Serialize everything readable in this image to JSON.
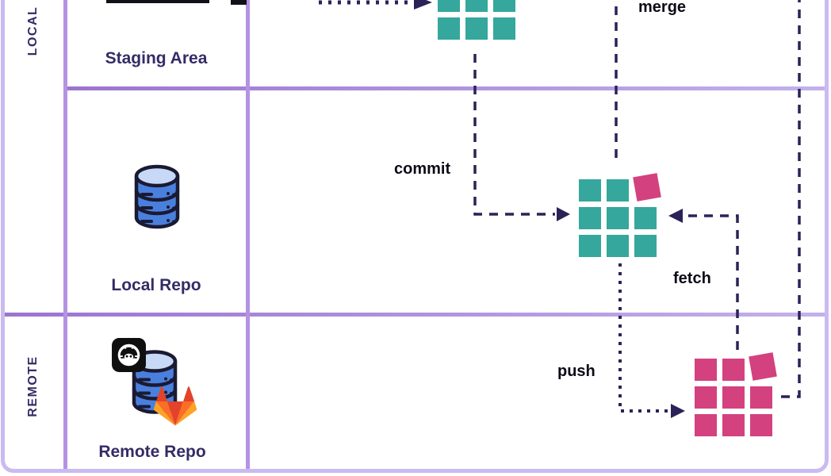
{
  "row_groups": {
    "local": "LOCAL",
    "remote": "REMOTE"
  },
  "areas": {
    "staging": "Staging Area",
    "local_repo": "Local Repo",
    "remote_repo": "Remote Repo"
  },
  "actions": {
    "merge": "merge",
    "commit": "commit",
    "fetch": "fetch",
    "push": "push"
  },
  "icons": {
    "local_repo": "database-icon",
    "remote_repo": "database-icon + github-icon + gitlab-icon",
    "staging": "cropped-icon-top-edge"
  },
  "colors": {
    "teal": "#35a79c",
    "pink": "#d4417f",
    "line": "#2a2358",
    "grid_line": "#9c73d0",
    "grid_line_light": "#c3b1ec",
    "column_line": "#b493e2",
    "outer_border": "#cbbaf0",
    "area_text": "#332c66",
    "action_text": "#0c0c18"
  }
}
